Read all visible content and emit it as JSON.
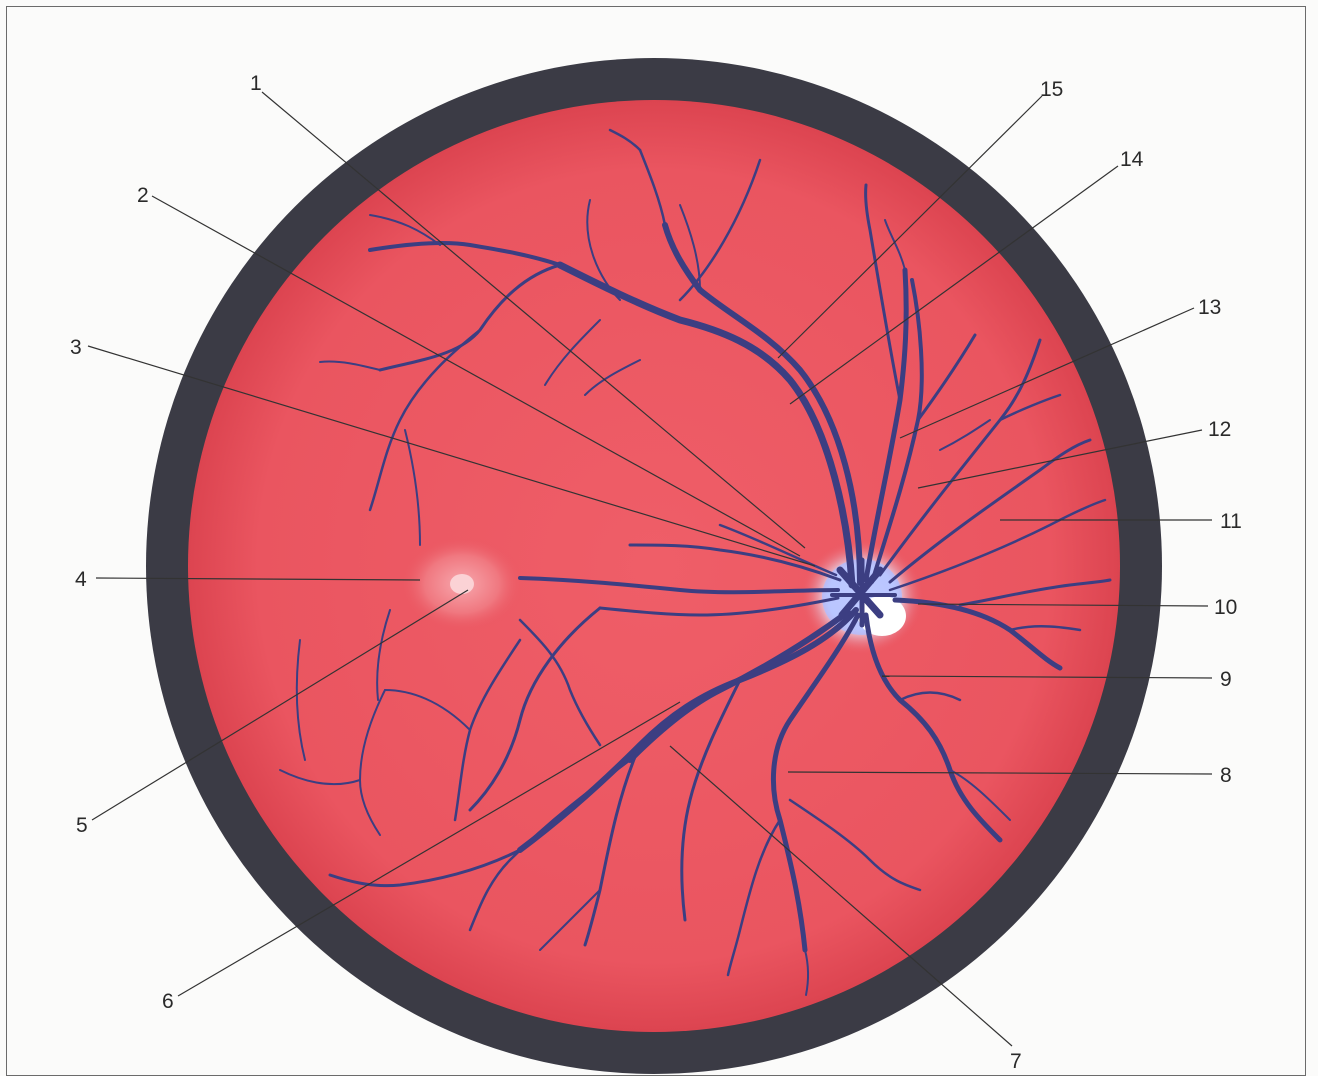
{
  "diagram": {
    "colors": {
      "fundus": "#ea5560",
      "fundus_edge": "#d9424e",
      "rim": "#3b3b45",
      "vessel": "#3c3e82",
      "optic_disc": "#3346d8",
      "optic_disc_glow": "#c9d6ff"
    },
    "labels": [
      "1",
      "2",
      "3",
      "4",
      "5",
      "6",
      "7",
      "8",
      "9",
      "10",
      "11",
      "12",
      "13",
      "14",
      "15"
    ]
  }
}
